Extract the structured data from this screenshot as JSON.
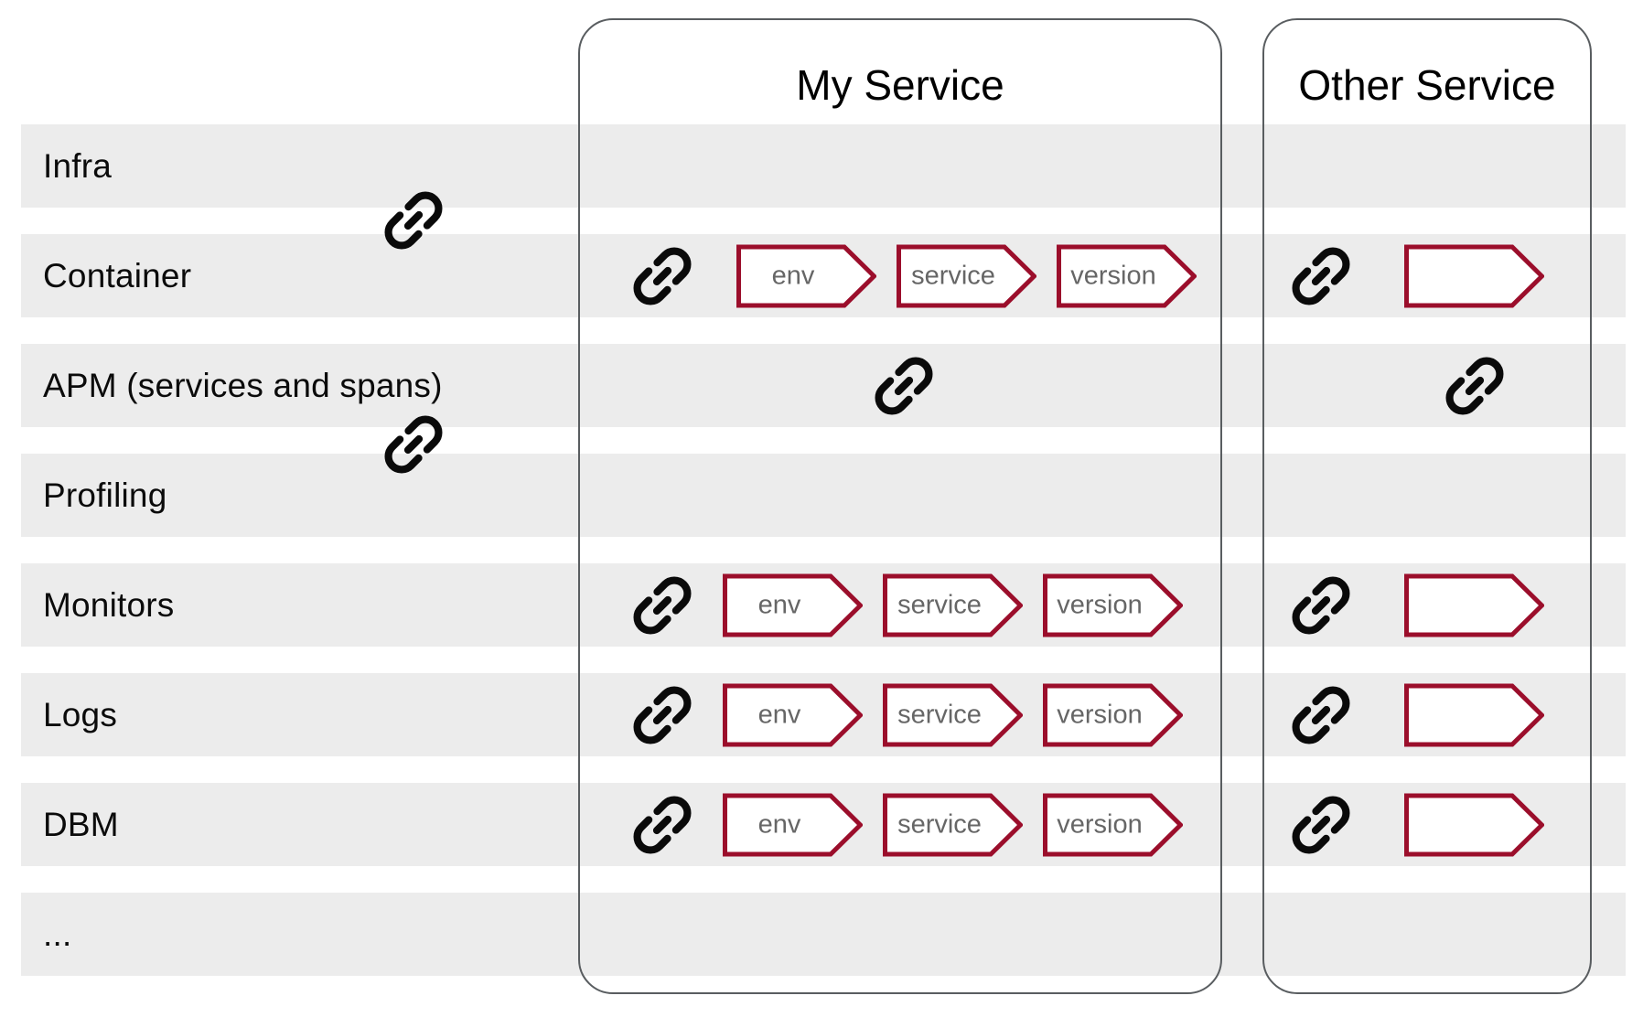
{
  "panels": {
    "my_service": {
      "title": "My Service"
    },
    "other_service": {
      "title": "Other Service"
    }
  },
  "rows": [
    {
      "label": "Infra",
      "my_service": {
        "link": false,
        "tags": []
      },
      "other_service": {
        "link": false,
        "blank_tag": false
      }
    },
    {
      "label": "Container",
      "my_service": {
        "link": true,
        "tags": [
          "env",
          "service",
          "version"
        ]
      },
      "other_service": {
        "link": true,
        "blank_tag": true
      }
    },
    {
      "label": "APM (services and spans)",
      "my_service": {
        "link": true,
        "tags": []
      },
      "other_service": {
        "link": true,
        "blank_tag": false
      }
    },
    {
      "label": "Profiling",
      "my_service": {
        "link": false,
        "tags": []
      },
      "other_service": {
        "link": false,
        "blank_tag": false
      }
    },
    {
      "label": "Monitors",
      "my_service": {
        "link": true,
        "tags": [
          "env",
          "service",
          "version"
        ]
      },
      "other_service": {
        "link": true,
        "blank_tag": true
      }
    },
    {
      "label": "Logs",
      "my_service": {
        "link": true,
        "tags": [
          "env",
          "service",
          "version"
        ]
      },
      "other_service": {
        "link": true,
        "blank_tag": true
      }
    },
    {
      "label": "DBM",
      "my_service": {
        "link": true,
        "tags": [
          "env",
          "service",
          "version"
        ]
      },
      "other_service": {
        "link": true,
        "blank_tag": true
      }
    },
    {
      "label": "...",
      "my_service": {
        "link": false,
        "tags": []
      },
      "other_service": {
        "link": false,
        "blank_tag": false
      }
    }
  ],
  "between_row_links": [
    {
      "rows": [
        "Infra",
        "Container"
      ]
    },
    {
      "rows": [
        "APM (services and spans)",
        "Profiling"
      ]
    }
  ],
  "icons": {
    "link": "chain-link-icon"
  },
  "colors": {
    "page_background": "#ffffff",
    "row_background": "#ececec",
    "tag_border": "#9b0e2b",
    "tag_fill": "#ffffff",
    "tag_text": "#666666",
    "panel_border": "#595d60",
    "link_icon": "#0a0a0a",
    "label_text": "#0b0b0b"
  }
}
